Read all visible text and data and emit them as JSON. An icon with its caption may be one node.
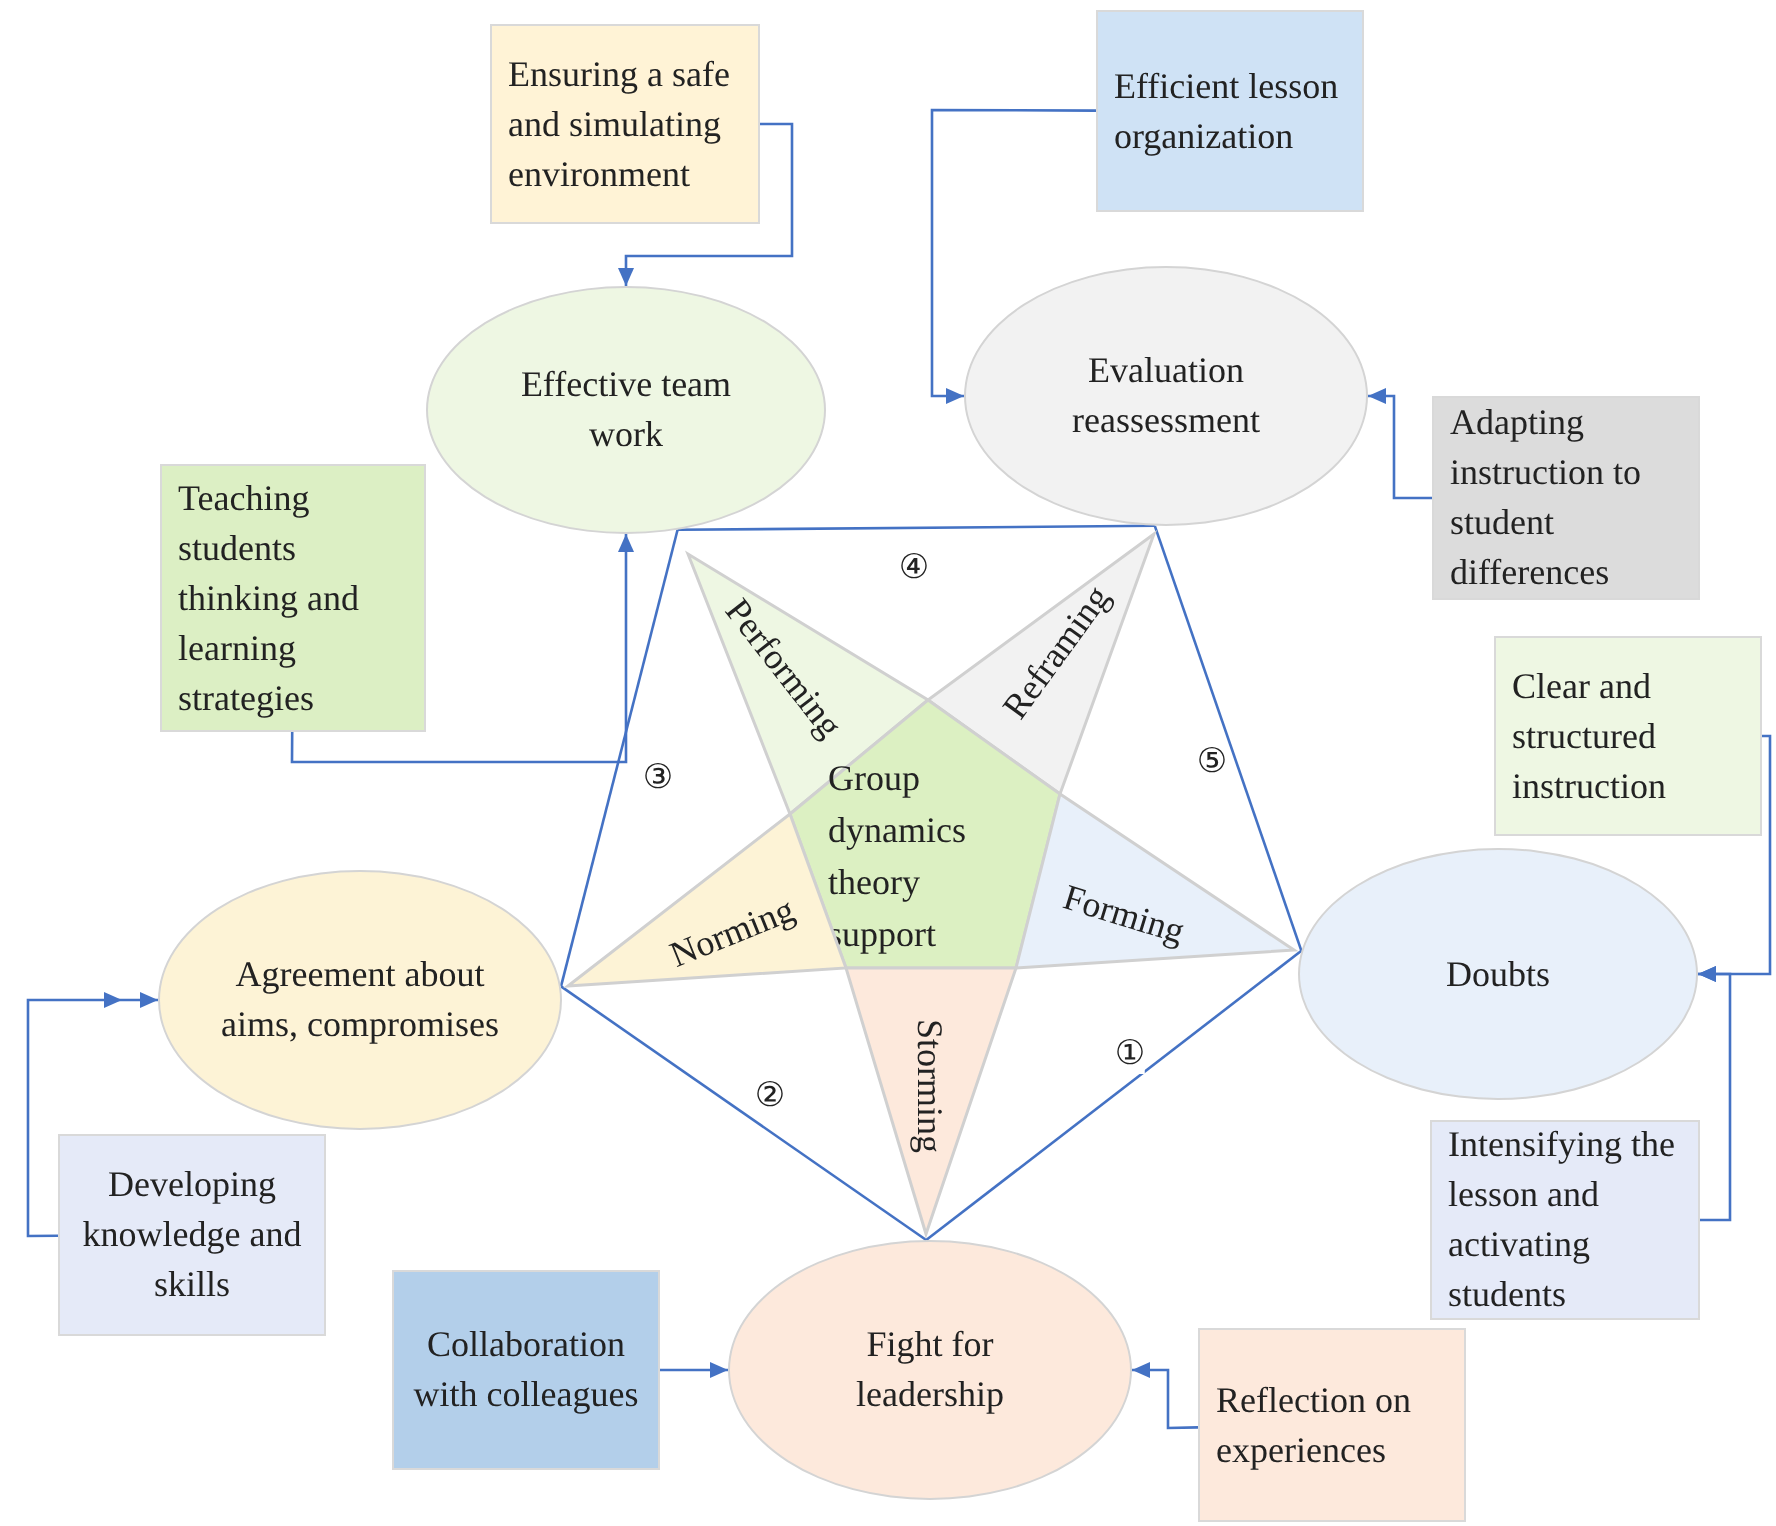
{
  "diagram": {
    "nodes": [
      {
        "text": [
          "Ensuring a safe and simulating environment"
        ]
      },
      {
        "text": [
          "Efficient lesson organization"
        ]
      },
      {
        "text": [
          "Effective team work"
        ]
      },
      {
        "text": [
          "Evaluation reassessment"
        ]
      },
      {
        "text": [
          "Adapting instruction to student differences"
        ]
      },
      {
        "text": [
          "Teaching students thinking and learning strategies"
        ]
      },
      {
        "text": [
          "Clear and structured instruction"
        ]
      },
      {
        "text": [
          "Performing"
        ]
      },
      {
        "text": [
          "Reframing"
        ]
      },
      {
        "text": [
          "Group dynamics theory support"
        ]
      },
      {
        "text": [
          "Norming"
        ]
      },
      {
        "text": [
          "Forming"
        ]
      },
      {
        "text": [
          "Storming"
        ]
      },
      {
        "text": [
          "Agreement about aims, compromises"
        ]
      },
      {
        "text": [
          "Doubts"
        ]
      },
      {
        "text": [
          "Developing knowledge and skills"
        ]
      },
      {
        "text": [
          "Intensifying the lesson and activating students"
        ]
      },
      {
        "text": [
          "Collaboration with colleagues"
        ]
      },
      {
        "text": [
          "Fight for leadership"
        ]
      },
      {
        "text": [
          "Reflection on experiences"
        ]
      }
    ],
    "edges": [
      {
        "from": 0,
        "to": 2,
        "arrow": "to"
      },
      {
        "from": 1,
        "to": 3,
        "arrow": "to"
      },
      {
        "from": 4,
        "to": 3,
        "arrow": "to"
      },
      {
        "from": 5,
        "to": 2,
        "arrow": "to"
      },
      {
        "from": 6,
        "to": 14,
        "arrow": "to"
      },
      {
        "from": 16,
        "to": 14,
        "arrow": "to"
      },
      {
        "from": 15,
        "to": 13,
        "arrow": "to"
      },
      {
        "from": 17,
        "to": 18,
        "arrow": "to"
      },
      {
        "from": 19,
        "to": 18,
        "arrow": "to"
      },
      {
        "from": 14,
        "to": 18,
        "arrow": "none",
        "label": "①"
      },
      {
        "from": 18,
        "to": 13,
        "arrow": "none",
        "label": "②"
      },
      {
        "from": 13,
        "to": 2,
        "arrow": "none",
        "label": "③"
      },
      {
        "from": 2,
        "to": 3,
        "arrow": "none",
        "label": "④"
      },
      {
        "from": 3,
        "to": 14,
        "arrow": "none",
        "label": "⑤"
      }
    ]
  }
}
